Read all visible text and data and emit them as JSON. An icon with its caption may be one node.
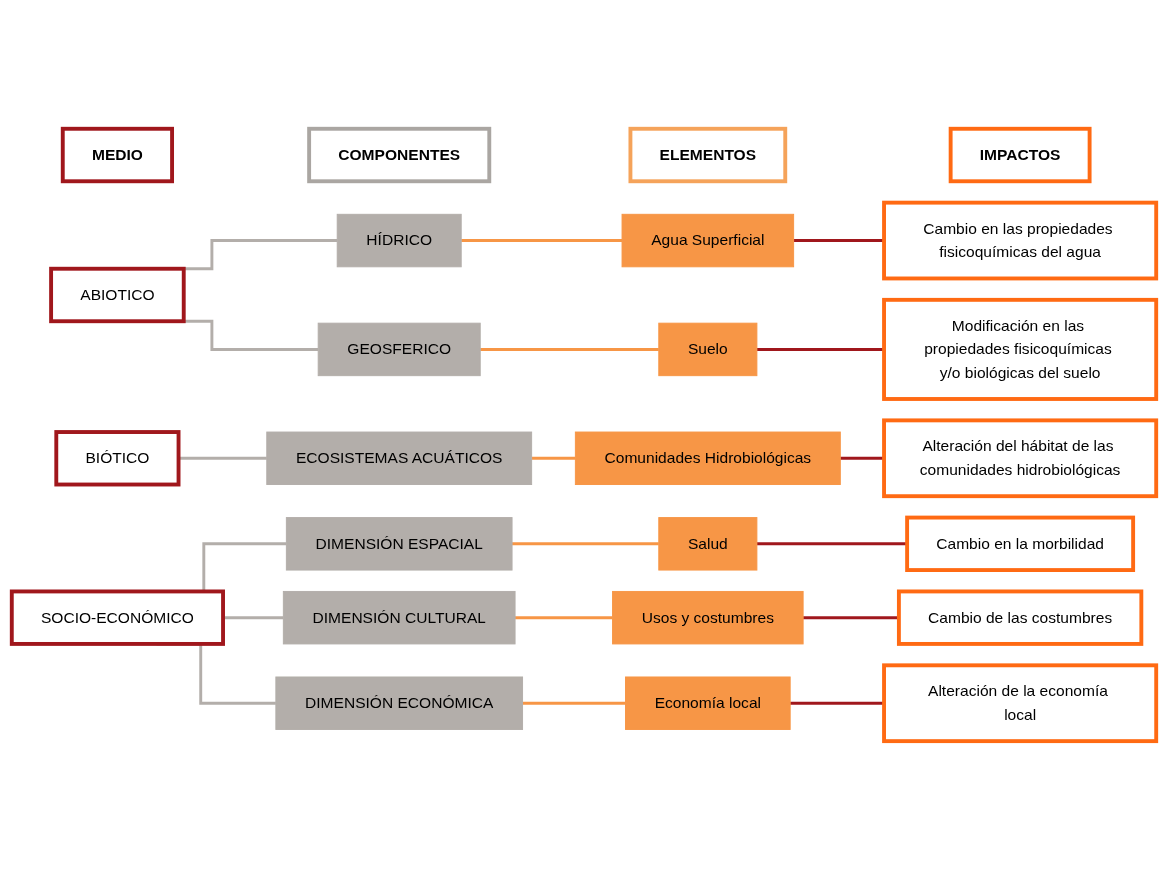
{
  "diagram": {
    "nodes": [
      {
        "text": [
          "MEDIO"
        ]
      },
      {
        "text": [
          "COMPONENTES"
        ]
      },
      {
        "text": [
          "ELEMENTOS"
        ]
      },
      {
        "text": [
          "IMPACTOS"
        ]
      },
      {
        "text": [
          "ABIOTICO"
        ]
      },
      {
        "text": [
          "HÍDRICO"
        ]
      },
      {
        "text": [
          "Agua Superficial"
        ]
      },
      {
        "text": [
          "Cambio en las propiedades fisicoquímicas del agua"
        ]
      },
      {
        "text": [
          "GEOSFERICO"
        ]
      },
      {
        "text": [
          "Suelo"
        ]
      },
      {
        "text": [
          "Modificación en las propiedades fisicoquímicas y/o biológicas del suelo"
        ]
      },
      {
        "text": [
          "BIÓTICO"
        ]
      },
      {
        "text": [
          "ECOSISTEMAS ACUÁTICOS"
        ]
      },
      {
        "text": [
          "Comunidades Hidrobiológicas"
        ]
      },
      {
        "text": [
          "Alteración del hábitat de las comunidades hidrobiológicas"
        ]
      },
      {
        "text": [
          "SOCIO-ECONÓMICO"
        ]
      },
      {
        "text": [
          "DIMENSIÓN ESPACIAL"
        ]
      },
      {
        "text": [
          "Salud"
        ]
      },
      {
        "text": [
          "Cambio en la morbilidad"
        ]
      },
      {
        "text": [
          "DIMENSIÓN CULTURAL"
        ]
      },
      {
        "text": [
          "Usos y costumbres"
        ]
      },
      {
        "text": [
          "Cambio de las costumbres"
        ]
      },
      {
        "text": [
          "DIMENSIÓN ECONÓMICA"
        ]
      },
      {
        "text": [
          "Economía local"
        ]
      },
      {
        "text": [
          "Alteración de la economía local"
        ]
      }
    ],
    "edges": [
      {
        "from": 4,
        "to": 5,
        "arrow": "none",
        "color": "#b3aeaa"
      },
      {
        "from": 5,
        "to": 6,
        "arrow": "none",
        "color": "#f79646"
      },
      {
        "from": 6,
        "to": 7,
        "arrow": "none",
        "color": "#a0171c"
      },
      {
        "from": 4,
        "to": 8,
        "arrow": "none",
        "color": "#b3aeaa"
      },
      {
        "from": 8,
        "to": 9,
        "arrow": "none",
        "color": "#f79646"
      },
      {
        "from": 9,
        "to": 10,
        "arrow": "none",
        "color": "#a0171c"
      },
      {
        "from": 11,
        "to": 12,
        "arrow": "none",
        "color": "#b3aeaa"
      },
      {
        "from": 12,
        "to": 13,
        "arrow": "none",
        "color": "#f79646"
      },
      {
        "from": 13,
        "to": 14,
        "arrow": "none",
        "color": "#a0171c"
      },
      {
        "from": 15,
        "to": 16,
        "arrow": "none",
        "color": "#b3aeaa"
      },
      {
        "from": 16,
        "to": 17,
        "arrow": "none",
        "color": "#f79646"
      },
      {
        "from": 17,
        "to": 18,
        "arrow": "none",
        "color": "#a0171c"
      },
      {
        "from": 15,
        "to": 19,
        "arrow": "none",
        "color": "#b3aeaa"
      },
      {
        "from": 19,
        "to": 20,
        "arrow": "none",
        "color": "#f79646"
      },
      {
        "from": 20,
        "to": 21,
        "arrow": "none",
        "color": "#a0171c"
      },
      {
        "from": 15,
        "to": 22,
        "arrow": "none",
        "color": "#b3aeaa"
      },
      {
        "from": 22,
        "to": 23,
        "arrow": "none",
        "color": "#f79646"
      },
      {
        "from": 23,
        "to": 24,
        "arrow": "none",
        "color": "#a0171c"
      }
    ]
  }
}
